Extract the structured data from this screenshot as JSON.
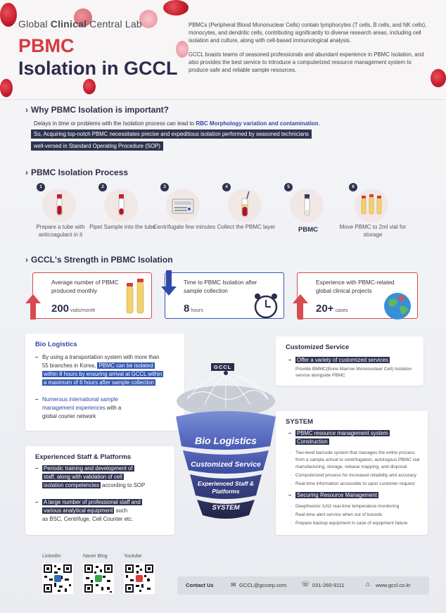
{
  "header": {
    "brand_prefix": "Global ",
    "brand_bold": "Clinical",
    "brand_mid": " Central ",
    "brand_suffix": "Lab",
    "title_line1": "PBMC",
    "title_line2": "Isolation in GCCL",
    "intro_p1": "PBMCs (Peripheral Blood Mononuclear Cells) contain lymphocytes (T cells, B cells, and NK cells), monocytes, and dendritic cells, contributing significantly to diverse research areas, including cell isolation and culture, along with cell-based immunological analysis.",
    "intro_p2": "GCCL boasts teams of seasoned professionals and abundant experience in PBMC Isolation, and also provides the best service to introduce a computerized resource management system to produce safe and reliable sample resources."
  },
  "why": {
    "title": "Why PBMC Isolation is important?",
    "line1_pre": "Delays in time or problems with the Isolation process can lead to ",
    "line1_hl": "RBC Morphology variation and contamination",
    "line1_post": ".",
    "band1": "So, Acquiring top-notch PBMC necessitates precise and expeditious isolation performed by seasoned technicians",
    "band2": "well-versed in Standard Operating Procedure (SOP)"
  },
  "process": {
    "title": "PBMC Isolation Process",
    "steps": [
      {
        "num": "1",
        "label": "Prepare a tube with anticoagulant in it",
        "icon": "blood-tube-icon"
      },
      {
        "num": "2",
        "label": "Pipet Sample into the tube",
        "icon": "pipet-tube-icon"
      },
      {
        "num": "3",
        "label": "Centrifugate few minutes",
        "icon": "centrifuge-icon"
      },
      {
        "num": "4",
        "label": "Collect the PBMC layer",
        "icon": "pipette-collect-icon"
      },
      {
        "num": "5",
        "label": "PBMC",
        "icon": "pbmc-tube-icon"
      },
      {
        "num": "6",
        "label": "Move PBMC to 2ml vial for storage",
        "icon": "vials-icon"
      }
    ]
  },
  "strength": {
    "title": "GCCL's Strength in PBMC Isolation",
    "cards": [
      {
        "text": "Average number of PBMC produced monthly",
        "value": "200",
        "unit": "vials/month"
      },
      {
        "text": "Time to PBMC Isolation after sample collection",
        "value": "8",
        "unit": "hours"
      },
      {
        "text": "Experience with PBMC-related global clinical projects",
        "value": "20+",
        "unit": "cases"
      }
    ]
  },
  "bio": {
    "title": "Bio Logistics",
    "b1_a": "By using a transportation system with more than",
    "b1_b": "55 branches in Korea, ",
    "b1_hl1": "PBMC can be isolated",
    "b1_hl2": "within 8 hours by ensuring arrival at GCCL within",
    "b1_hl3": "a maximum of 6 hours after sample collection",
    "b2_hl1": "Numerous international sample",
    "b2_hl2": "management experiences",
    "b2_post": " with a",
    "b2_c": "global courier network"
  },
  "staff": {
    "title": "Experienced Staff & Platforms",
    "s1_l1": "Periodic training and development of",
    "s1_l2": "staff, along with validation of cell",
    "s1_l3": "isolation competencies",
    "s1_post": " according to SOP",
    "s2_l1": "A large number of professional staff and",
    "s2_l2": "various analytical equipment",
    "s2_post": " such",
    "s2_l3": "as BSC, Centrifuge, Cell Counter etc."
  },
  "customized": {
    "title": "Customized Service",
    "hl": "Offer a variety of customized services",
    "desc1": "Provide BMMC(Bone Marrow Mononuclear Cell) Isolation",
    "desc2": "service alongside PBMC"
  },
  "system": {
    "title": "SYSTEM",
    "h1_l1": "PBMC resource management system",
    "h1_l2": "Construction",
    "items1": [
      "Two-level barcode system that manages the entire process from a sample arrival to centrifugation, autologous PBMC vial manufacturing, storage, release mapping, and disposal",
      "Computerized process for increased reliability and accuracy",
      "Real-time information accessible to upon customer request"
    ],
    "h2": "Securing Resource Management",
    "items2": [
      "Deepfreezer /LN2 real-time temperature monitoring",
      "Real-time alert service when out of bounds",
      "Prepare backup equipment in case of equipment failure"
    ]
  },
  "funnel": {
    "logo": "GCCL",
    "l1": "Bio Logistics",
    "l2": "Customized Service",
    "l3a": "Experienced Staff &",
    "l3b": "Platforms",
    "l4": "SYSTEM"
  },
  "footer": {
    "qr_labels": [
      "LinkedIn",
      "Naver Blog",
      "Youtube"
    ],
    "contact_label": "Contact Us",
    "email": "GCCL@gccorp.com",
    "phone": "031-260-9111",
    "web": "www.gccl.co.kr"
  },
  "colors": {
    "red": "#d63a3f",
    "navy": "#2c2d4a",
    "blue": "#3357b5"
  }
}
